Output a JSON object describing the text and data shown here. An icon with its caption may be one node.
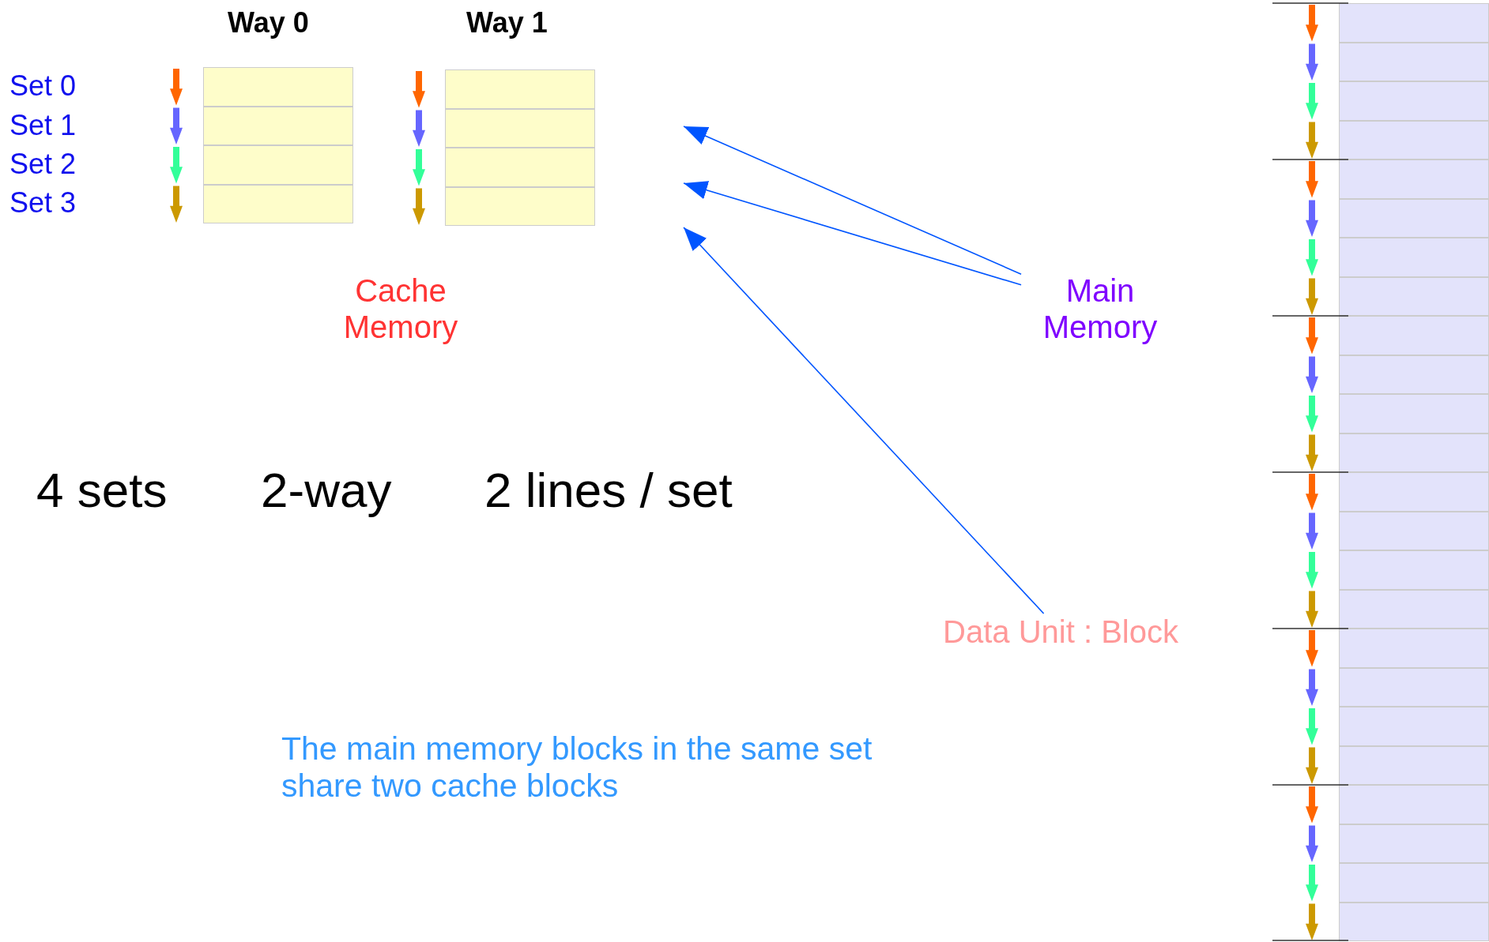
{
  "diagram": {
    "nodes": [
      {
        "text": [],
        "shape": "box"
      },
      {
        "text": [],
        "shape": "box"
      },
      {
        "text": [],
        "shape": "box"
      },
      {
        "text": [],
        "shape": "box"
      },
      {
        "text": [],
        "shape": "box"
      },
      {
        "text": [],
        "shape": "box"
      },
      {
        "text": [],
        "shape": "box"
      },
      {
        "text": [],
        "shape": "box"
      },
      {
        "text": [
          "Main Memory"
        ]
      },
      {
        "text": [
          "Data Unit : Block"
        ]
      },
      {
        "text": [],
        "shape": "box"
      },
      {
        "text": [],
        "shape": "box"
      },
      {
        "text": [],
        "shape": "box"
      },
      {
        "text": [],
        "shape": "box"
      },
      {
        "text": [],
        "shape": "box"
      },
      {
        "text": [],
        "shape": "box"
      },
      {
        "text": [],
        "shape": "box"
      },
      {
        "text": [],
        "shape": "box"
      },
      {
        "text": [],
        "shape": "box"
      },
      {
        "text": [],
        "shape": "box"
      },
      {
        "text": [],
        "shape": "box"
      },
      {
        "text": [],
        "shape": "box"
      },
      {
        "text": [],
        "shape": "box"
      },
      {
        "text": [],
        "shape": "box"
      },
      {
        "text": [],
        "shape": "box"
      },
      {
        "text": [],
        "shape": "box"
      },
      {
        "text": [],
        "shape": "box"
      },
      {
        "text": [],
        "shape": "box"
      },
      {
        "text": [],
        "shape": "box"
      },
      {
        "text": [],
        "shape": "box"
      },
      {
        "text": [],
        "shape": "box"
      },
      {
        "text": [],
        "shape": "box"
      },
      {
        "text": [],
        "shape": "box"
      },
      {
        "text": [],
        "shape": "box"
      }
    ],
    "edges": [
      {
        "from": 8,
        "to": null,
        "arrow": "to"
      },
      {
        "from": 8,
        "to": null,
        "arrow": "to"
      },
      {
        "from": 9,
        "to": null,
        "arrow": "to"
      }
    ],
    "labels": [
      "Way 0",
      "Way 1",
      "Set 0",
      "Set 1",
      "Set 2",
      "Set 3",
      "Cache Memory",
      "4 sets",
      "2-way",
      "2 lines / set",
      "The main memory blocks in the same set share two cache blocks"
    ]
  }
}
